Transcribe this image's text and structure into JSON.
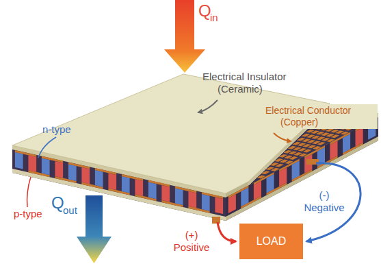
{
  "diagram": {
    "nodes": [
      {
        "text": [
          "LOAD"
        ]
      }
    ],
    "labels": [
      "Q",
      "in",
      "Electrical Insulator (Ceramic)",
      "n-type",
      "Electrical Conductor (Copper)",
      "p-type",
      "Q",
      "out",
      "(-) Negative",
      "(+) Positive"
    ]
  }
}
